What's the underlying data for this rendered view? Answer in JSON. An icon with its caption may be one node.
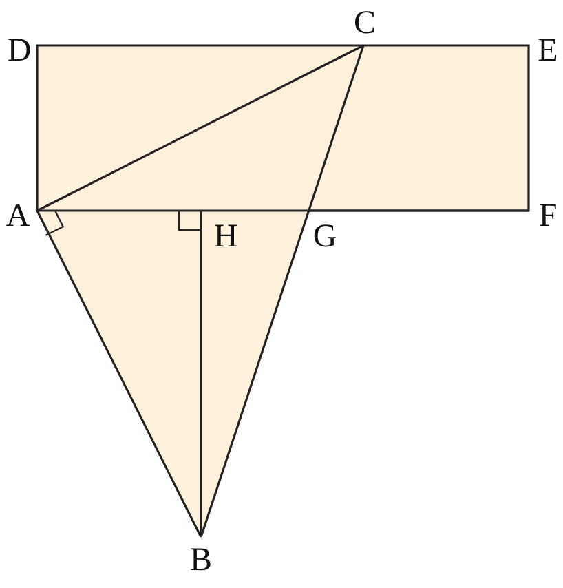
{
  "diagram": {
    "labels": [
      "D",
      "C",
      "E",
      "A",
      "H",
      "G",
      "F",
      "B"
    ]
  }
}
